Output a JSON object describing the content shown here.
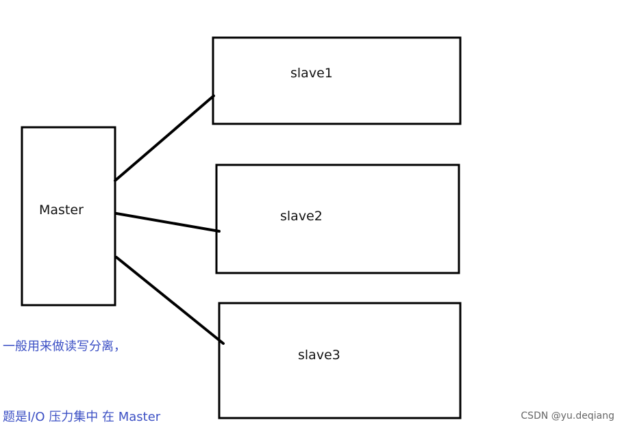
{
  "diagram": {
    "master": {
      "label": "Master"
    },
    "slaves": [
      {
        "label": "slave1"
      },
      {
        "label": "slave2"
      },
      {
        "label": "slave3"
      }
    ]
  },
  "notes": [
    {
      "text": "一般用来做读写分离，"
    },
    {
      "text": "题是I/O 压力集中 在 Master"
    }
  ],
  "watermark": {
    "text": "CSDN @yu.deqiang"
  },
  "colors": {
    "stroke": "#000000",
    "note_text": "#3b4fc4",
    "watermark_text": "#666666"
  }
}
